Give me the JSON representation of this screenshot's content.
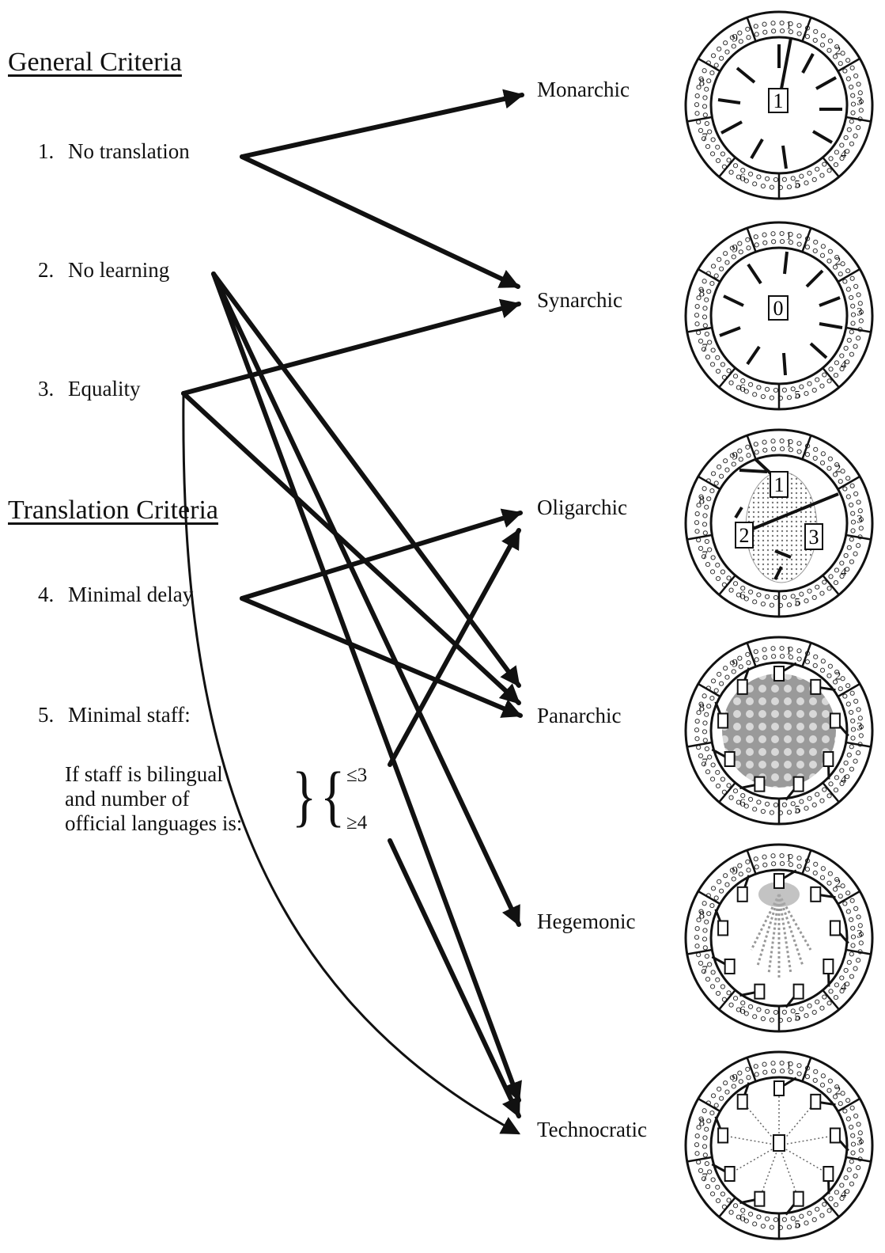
{
  "headings": {
    "general": "General Criteria",
    "translation": "Translation Criteria"
  },
  "criteria": [
    {
      "num": "1.",
      "label": "No translation"
    },
    {
      "num": "2.",
      "label": "No learning"
    },
    {
      "num": "3.",
      "label": "Equality"
    },
    {
      "num": "4.",
      "label": "Minimal delay"
    },
    {
      "num": "5.",
      "label": "Minimal staff:"
    }
  ],
  "staff_note": {
    "line1": "If staff is bilingual",
    "line2": "and number of",
    "line3": "official languages is:",
    "cond_low": "≤3",
    "cond_high": "≥4"
  },
  "outcomes": [
    "Monarchic",
    "Synarchic",
    "Oligarchic",
    "Panarchic",
    "Hegemonic",
    "Technocratic"
  ],
  "ring_numbers": [
    "1",
    "2",
    "3",
    "4",
    "5",
    "6",
    "7",
    "8",
    "9"
  ],
  "diagram_labels": {
    "monarchic_center": "1",
    "synarchic_center": "0",
    "oligarchic_nodes": [
      "1",
      "2",
      "3"
    ]
  },
  "links": [
    {
      "from": "No translation",
      "to": "Monarchic"
    },
    {
      "from": "No translation",
      "to": "Synarchic"
    },
    {
      "from": "No learning",
      "to": "Panarchic"
    },
    {
      "from": "No learning",
      "to": "Hegemonic"
    },
    {
      "from": "No learning",
      "to": "Technocratic"
    },
    {
      "from": "Equality",
      "to": "Synarchic"
    },
    {
      "from": "Equality",
      "to": "Panarchic"
    },
    {
      "from": "Equality",
      "to": "Technocratic"
    },
    {
      "from": "Minimal delay",
      "to": "Oligarchic"
    },
    {
      "from": "Minimal delay",
      "to": "Panarchic"
    },
    {
      "from": "≤3",
      "to": "Oligarchic"
    },
    {
      "from": "≥4",
      "to": "Technocratic"
    }
  ]
}
